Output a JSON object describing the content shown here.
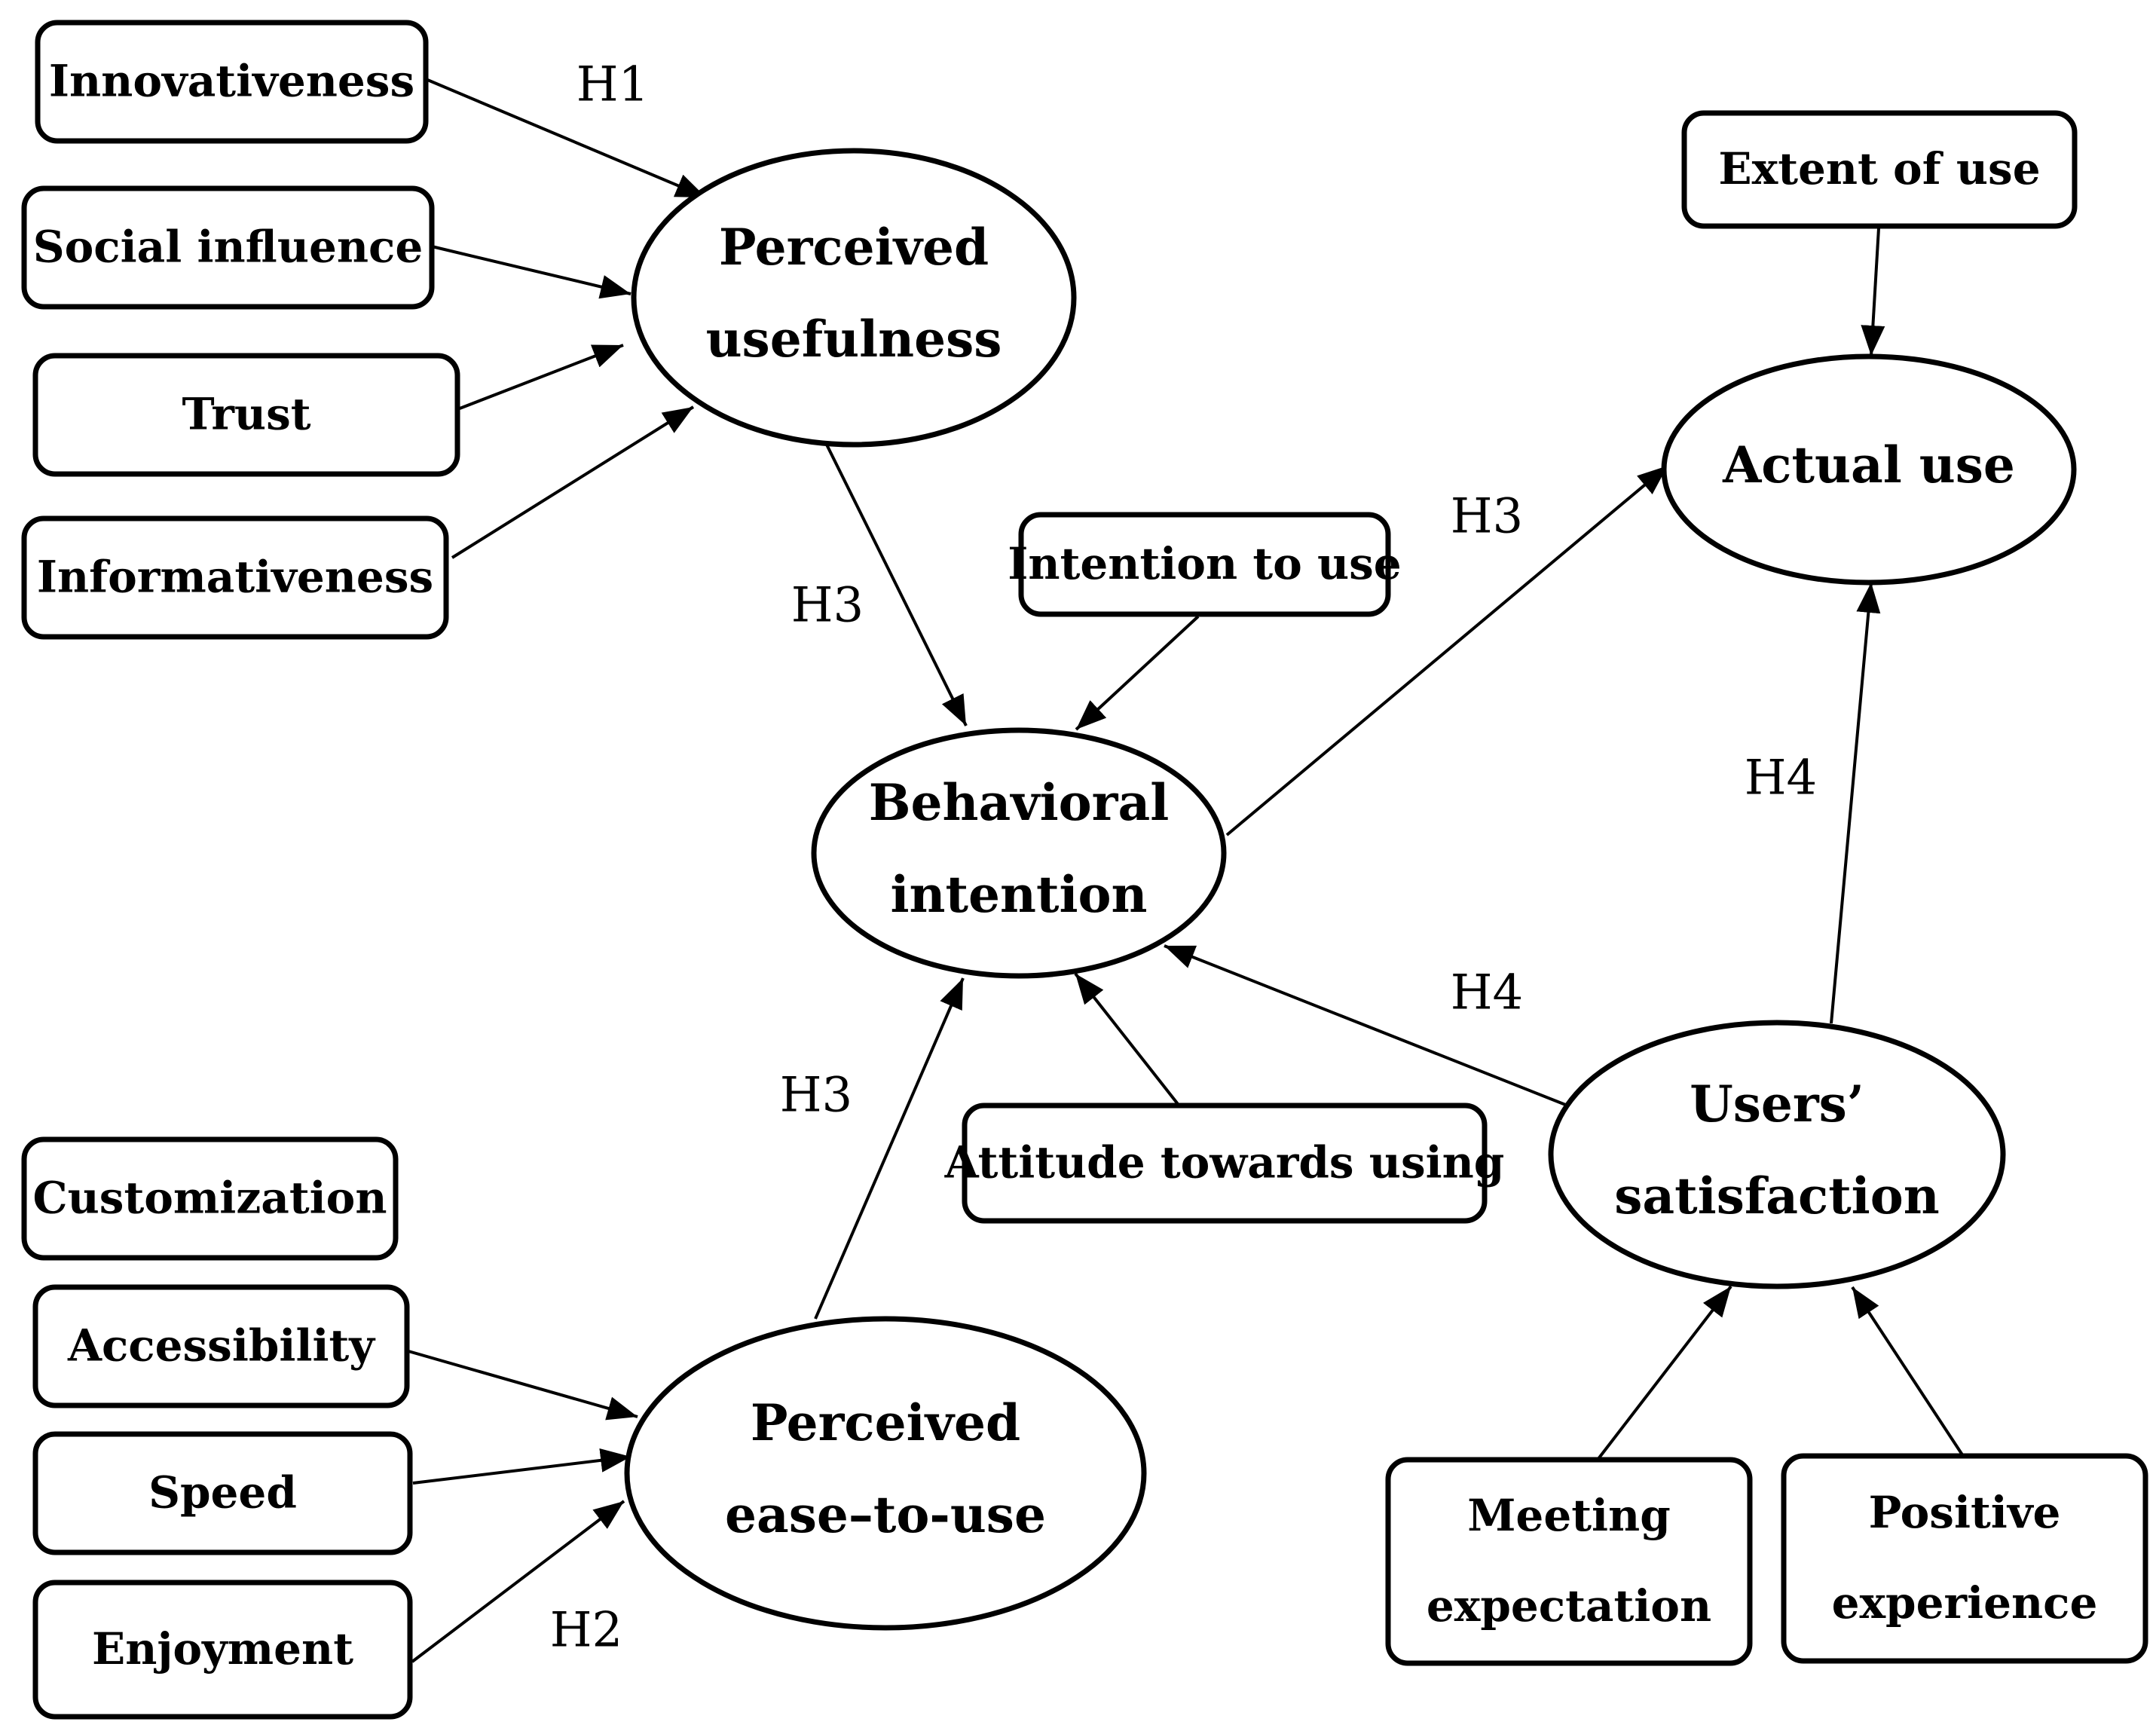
{
  "constructs": {
    "perceived_usefulness": [
      "Perceived",
      "usefulness"
    ],
    "perceived_ease_to_use": [
      "Perceived",
      "ease–to-use"
    ],
    "behavioral_intention": [
      "Behavioral",
      "intention"
    ],
    "actual_use": [
      "Actual use"
    ],
    "users_satisfaction": [
      "Users’",
      "satisfaction"
    ]
  },
  "indicators": {
    "innovativeness": [
      "Innovativeness"
    ],
    "social_influence": [
      "Social influence"
    ],
    "trust": [
      "Trust"
    ],
    "informativeness": [
      "Informativeness"
    ],
    "customization": [
      "Customization"
    ],
    "accessibility": [
      "Accessibility"
    ],
    "speed": [
      "Speed"
    ],
    "enjoyment": [
      "Enjoyment"
    ],
    "intention_to_use": [
      "Intention to use"
    ],
    "attitude_towards_using": [
      "Attitude towards using"
    ],
    "extent_of_use": [
      "Extent of use"
    ],
    "meeting_expectation": [
      "Meeting",
      "expectation"
    ],
    "positive_experience": [
      "Positive",
      "experience"
    ]
  },
  "hypotheses": {
    "h1": "H1",
    "h2": "H2",
    "h3_pu": "H3",
    "h3_peou": "H3",
    "h3_bi": "H3",
    "h4_us_bi": "H4",
    "h4_us_au": "H4"
  },
  "edges": [
    {
      "from": "innovativeness",
      "to": "perceived_usefulness"
    },
    {
      "from": "social_influence",
      "to": "perceived_usefulness"
    },
    {
      "from": "trust",
      "to": "perceived_usefulness"
    },
    {
      "from": "informativeness",
      "to": "perceived_usefulness"
    },
    {
      "from": "accessibility",
      "to": "perceived_ease_to_use"
    },
    {
      "from": "speed",
      "to": "perceived_ease_to_use"
    },
    {
      "from": "enjoyment",
      "to": "perceived_ease_to_use"
    },
    {
      "from": "perceived_usefulness",
      "to": "behavioral_intention"
    },
    {
      "from": "perceived_ease_to_use",
      "to": "behavioral_intention"
    },
    {
      "from": "intention_to_use",
      "to": "behavioral_intention"
    },
    {
      "from": "attitude_towards_using",
      "to": "behavioral_intention"
    },
    {
      "from": "users_satisfaction",
      "to": "behavioral_intention"
    },
    {
      "from": "behavioral_intention",
      "to": "actual_use"
    },
    {
      "from": "extent_of_use",
      "to": "actual_use"
    },
    {
      "from": "users_satisfaction",
      "to": "actual_use"
    },
    {
      "from": "meeting_expectation",
      "to": "users_satisfaction"
    },
    {
      "from": "positive_experience",
      "to": "users_satisfaction"
    }
  ]
}
